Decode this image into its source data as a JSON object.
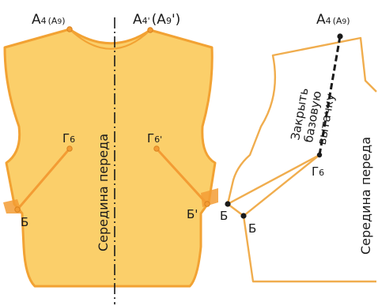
{
  "colors": {
    "bodice_fill": "#fbcf6a",
    "bodice_stroke": "#f2a233",
    "outline_stroke": "#f0ad4e",
    "point_stroke": "#f39c34",
    "text": "#1a1a1a",
    "axis": "#1a1a1a"
  },
  "left_figure": {
    "label_a4_main": "A",
    "label_a4_sub": "4",
    "label_a4_paren": "(A",
    "label_a4_paren_sub": "9",
    "label_a4_close": ")",
    "label_a4p_main": "A",
    "label_a4p_sub": "4",
    "label_a4p_prime": "'",
    "label_a4p_paren": "(A",
    "label_a4p_paren_sub": "9",
    "label_a4p_close": "')",
    "label_g6_main": "Г",
    "label_g6_sub": "6",
    "label_g6p_main": "Г",
    "label_g6p_sub": "6",
    "label_g6p_prime": "'",
    "label_b": "Б",
    "label_bp": "Б'",
    "center_text": "Середина переда"
  },
  "right_figure": {
    "label_a4_main": "A",
    "label_a4_sub": "4",
    "label_a4_paren": "(A",
    "label_a4_paren_sub": "9",
    "label_a4_close": ")",
    "dart_note_line1": "Закрыть",
    "dart_note_line2": "базовую",
    "dart_note_line3": "вытачку",
    "label_g6_main": "Г",
    "label_g6_sub": "6",
    "label_b_upper": "Б",
    "label_b_lower": "Б",
    "center_text": "Середина переда"
  }
}
